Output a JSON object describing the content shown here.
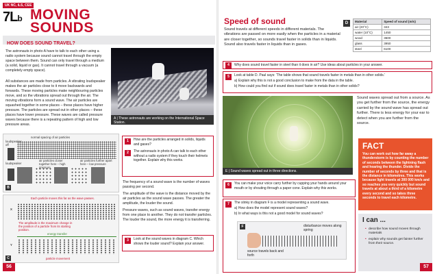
{
  "left": {
    "curriculum_tag": "UK NC, iLS, CEE",
    "code_main": "7L",
    "code_sub": "b",
    "title_line1": "MOVING",
    "title_line2": "SOUNDS",
    "subheading": "HOW DOES SOUND TRAVEL?",
    "para1": "The astronauts in photo A have to talk to each other using a radio system because sound cannot travel through the empty space between them. Sound can only travel through a medium (a solid, liquid or gas). It cannot travel through a vacuum (a completely empty space).",
    "para2": "All substances are made from particles. A vibrating loudspeaker makes the air particles close to it move backwards and forwards. These moving particles make neighbouring particles move, and so the vibrations spread out through the air. The moving vibrations form a sound wave. The air particles are squashed together in some places – these places have higher pressure. The particles are spread out in other places – these places have lower pressure. These waves are called pressure waves because there is a repeating pattern of high and low pressure areas.",
    "caption_a": "A | These astronauts are working on the International Space Station.",
    "diagram_b": {
      "tag": "B",
      "top_label": "normal spacing of air particles",
      "loudspeaker1": "loudspeaker off",
      "loudspeaker2": "loudspeaker",
      "closer": "air particles closer together here – high pressure",
      "further": "air particles further apart here – low pressure"
    },
    "diagram_c": {
      "tag": "C",
      "top_label": "Each particle moves this far as the wave passes.",
      "amplitude": "The amplitude is the maximum change in the position of a particle from its starting position.",
      "energy": "energy transfer",
      "movement": "particle movement",
      "x": "X",
      "y": "Y"
    },
    "q1_num": "1",
    "q1_text": "How are the particles arranged in solids, liquids and gases?",
    "q2_num": "2",
    "q2_text": "The astronauts in photo A can talk to each other without a radio system if they touch their helmets together. Explain why this works.",
    "para3": "The frequency of a sound wave is the number of waves passing per second.",
    "para4": "The amplitude of the wave is the distance moved by the air particles as the sound wave passes. The greater the amplitude, the louder the sound.",
    "para5": "Pressure waves, such as sound waves, transfer energy from one place to another. They do not transfer particles. The louder the sound, the more energy it is transferring.",
    "q3_num": "3",
    "q3_text": "Look at the sound waves in diagram C. Which shows the louder sound? Explain your answer.",
    "page_number": "56"
  },
  "right": {
    "section_title": "Speed of sound",
    "intro": "Sound travels at different speeds in different materials. The vibrations are passed on more easily when the particles in a material are closer together, so sounds travel faster in solids than in liquids. Sound also travels faster in liquids than in gases.",
    "table_tag": "D",
    "table": {
      "headers": [
        "Material",
        "Speed of sound (m/s)"
      ],
      "rows": [
        [
          "air (20°C)",
          "343"
        ],
        [
          "water (10°C)",
          "1450"
        ],
        [
          "wood",
          "3600"
        ],
        [
          "glass",
          "3950"
        ],
        [
          "steel",
          "6100"
        ]
      ]
    },
    "q4_num": "4",
    "q4_text": "Why does sound travel faster in steel than it does in air? Use ideas about particles in your answer.",
    "q5_num": "5",
    "q5_text": "Look at table D. Paul says: 'The table shows that sound travels faster in metals than in other solids.'",
    "q5_a": "a) Explain why this is not a good conclusion to make from the data in the table.",
    "q5_b": "b) How could you find out if sound does travel faster in metals than in other solids?",
    "caption_e": "E | Sound waves spread out in three directions.",
    "spread_text": "Sound waves spread out from a source. As you get further from the source, the energy carried by the sound wave has spread out further. There is less energy for your ear to detect when you are further from the source.",
    "fact_title": "FACT",
    "fact_text": "You can work out how far away a thunderstorm is by counting the number of seconds between the lightning flash and hearing the thunder. Divide the number of seconds by three and that is the distance in kilometres. This works because light travels at 300 000 km/s and so reaches you very quickly but sound travels at about a third of a kilometre every second and so takes three seconds to travel each kilometre.",
    "q6_num": "6",
    "q6_text": "You can make your voice carry further by cupping your hands around your mouth or by shouting through a paper cone. Explain why this works.",
    "q7_num": "7",
    "q7_text": "The slinky in diagram F is a model representing a sound wave.",
    "q7_a": "a) How does the model represent sound waves?",
    "q7_b": "b) In what ways is this not a good model for sound waves?",
    "diagram_f": {
      "tag": "F",
      "disturbance": "disturbance moves along spring",
      "source": "source travels back and forth"
    },
    "ican_title": "I can ...",
    "ican_items": [
      "describe how sound moves through materials",
      "explain why sounds get fainter further from their source."
    ],
    "page_number": "57"
  }
}
